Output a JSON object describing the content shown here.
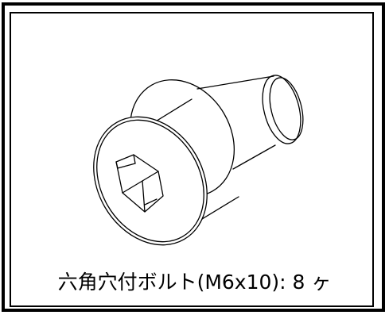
{
  "part": {
    "name": "六角穴付ボルト(M6x10)",
    "separator": ":",
    "quantity": "8",
    "unit": "ヶ"
  },
  "colors": {
    "line": "#000000",
    "background": "#ffffff"
  }
}
